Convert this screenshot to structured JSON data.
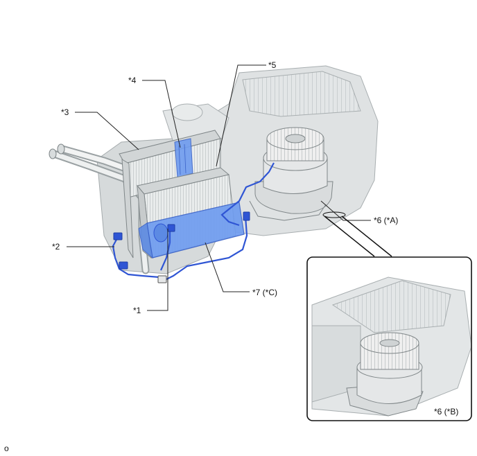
{
  "callouts": {
    "c1": "*1",
    "c2": "*2",
    "c3": "*3",
    "c4": "*4",
    "c5": "*5",
    "c6a": "*6 (*A)",
    "c7c": "*7 (*C)",
    "c6b": "*6 (*B)"
  },
  "footer": {
    "code": "o"
  },
  "colors": {
    "highlight": "#4a7fe0",
    "highlight_fill": "#6f9cf0",
    "wire": "#2f55d4",
    "housing": "#d8dcdd",
    "housing_dark": "#b9bfc1",
    "leader": "#222222"
  }
}
